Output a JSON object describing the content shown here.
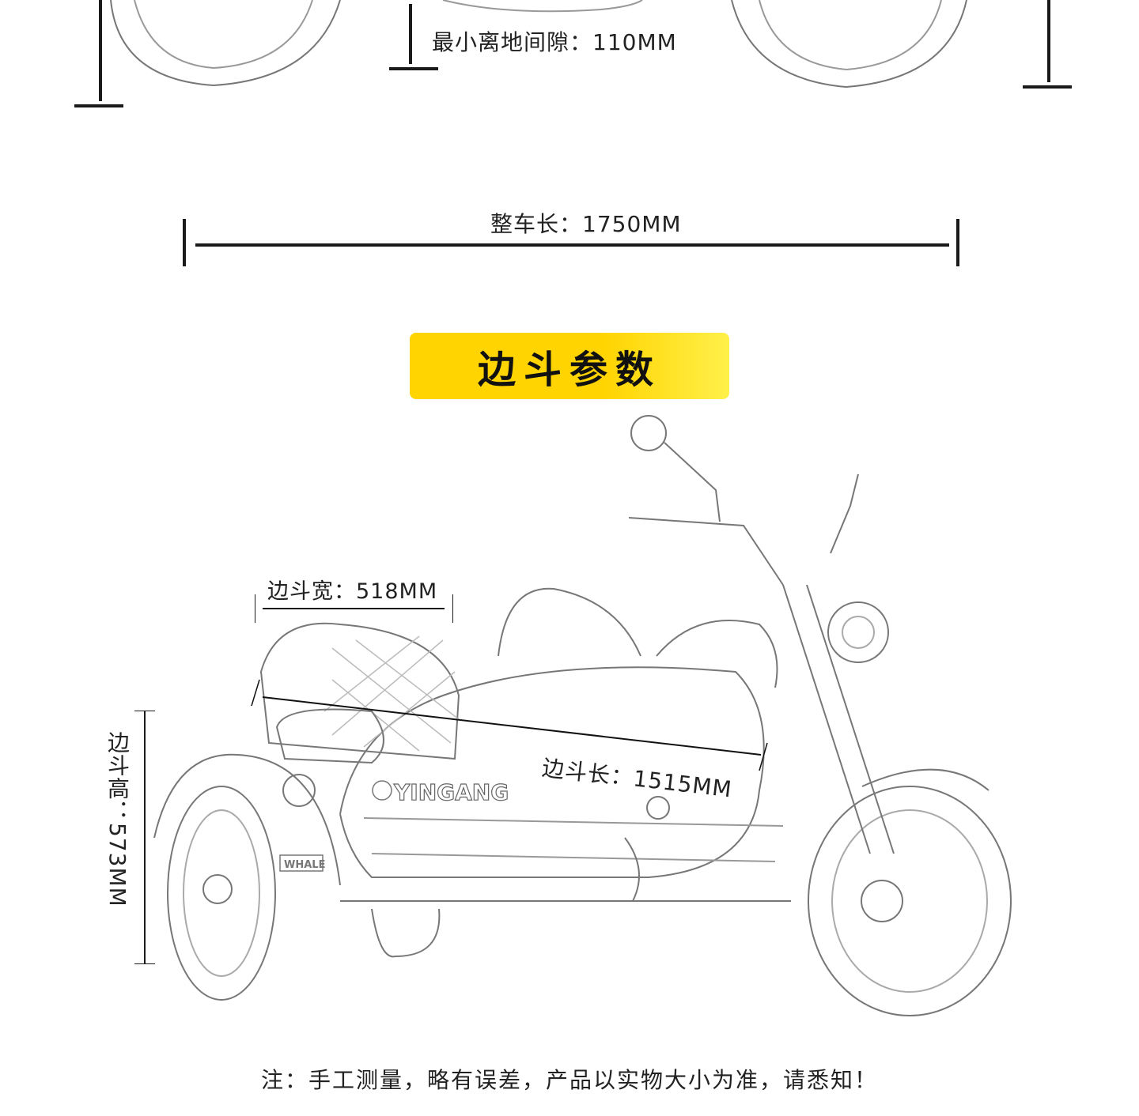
{
  "top_dimensions": {
    "min_ground_clearance": "最小离地间隙：110MM",
    "overall_length": "整车长：1750MM"
  },
  "banner": {
    "title": "边斗参数"
  },
  "sidecar_dimensions": {
    "width": "边斗宽：518MM",
    "length": "边斗长：1515MM",
    "height": "边斗高：573MM"
  },
  "vehicle_text": {
    "brand": "YINGANG",
    "model_badge": "WHALE"
  },
  "footer": {
    "note": "注：手工测量，略有误差，产品以实物大小为准，请悉知！"
  },
  "colors": {
    "banner_yellow": "#ffd400",
    "line": "#1a1a1a"
  }
}
